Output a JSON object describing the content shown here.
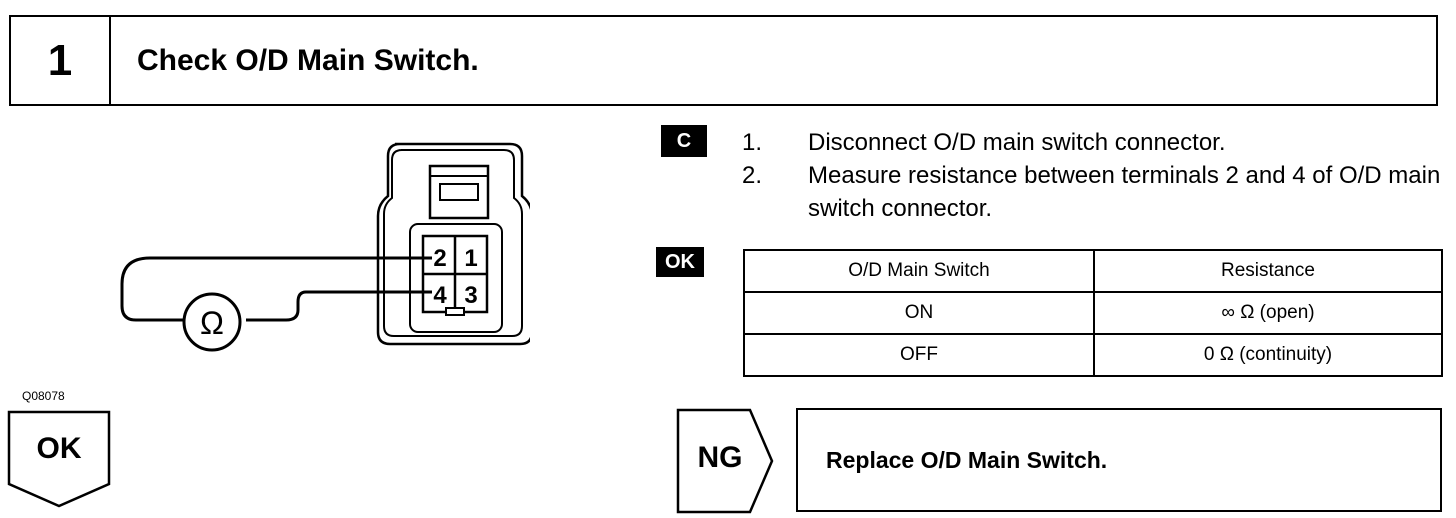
{
  "step": {
    "number": "1",
    "title": "Check O/D Main Switch."
  },
  "diagram": {
    "code": "Q08078",
    "terminals": [
      "2",
      "1",
      "4",
      "3"
    ],
    "meter_symbol": "Ω"
  },
  "badges": {
    "connect": "C",
    "ok": "OK"
  },
  "instructions": [
    {
      "num": "1.",
      "text": "Disconnect O/D main switch connector."
    },
    {
      "num": "2.",
      "text": "Measure resistance between terminals 2 and 4 of O/D main switch connector."
    }
  ],
  "spec_table": {
    "headers": [
      "O/D Main Switch",
      "Resistance"
    ],
    "rows": [
      [
        "ON",
        "∞ Ω (open)"
      ],
      [
        "OFF",
        "0 Ω (continuity)"
      ]
    ]
  },
  "ok_pointer": {
    "label": "OK"
  },
  "ng": {
    "label": "NG",
    "action": "Replace O/D Main Switch."
  }
}
